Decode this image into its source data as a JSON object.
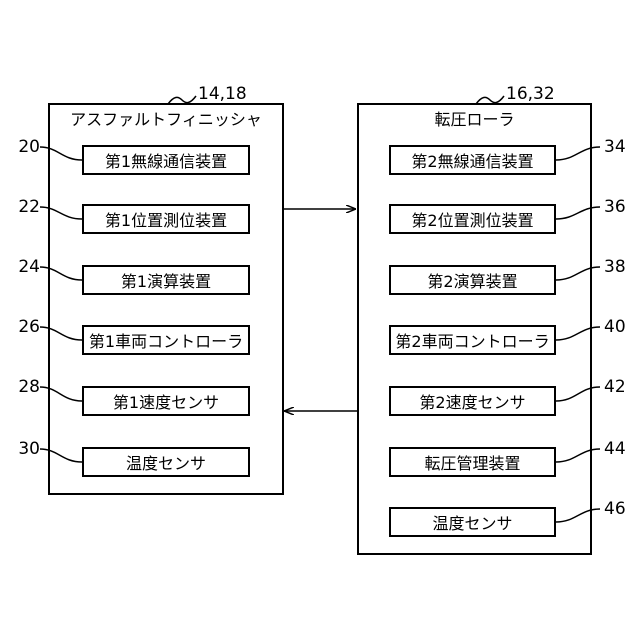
{
  "units": [
    {
      "ref": "14,18",
      "title": "アスファルトフィニッシャ",
      "components": [
        {
          "ref": "20",
          "label": "第1無線通信装置"
        },
        {
          "ref": "22",
          "label": "第1位置測位装置"
        },
        {
          "ref": "24",
          "label": "第1演算装置"
        },
        {
          "ref": "26",
          "label": "第1車両コントローラ"
        },
        {
          "ref": "28",
          "label": "第1速度センサ"
        },
        {
          "ref": "30",
          "label": "温度センサ"
        }
      ]
    },
    {
      "ref": "16,32",
      "title": "転圧ローラ",
      "components": [
        {
          "ref": "34",
          "label": "第2無線通信装置"
        },
        {
          "ref": "36",
          "label": "第2位置測位装置"
        },
        {
          "ref": "38",
          "label": "第2演算装置"
        },
        {
          "ref": "40",
          "label": "第2車両コントローラ"
        },
        {
          "ref": "42",
          "label": "第2速度センサ"
        },
        {
          "ref": "44",
          "label": "転圧管理装置"
        },
        {
          "ref": "46",
          "label": "温度センサ"
        }
      ]
    }
  ],
  "arrows": [
    {
      "from": "アスファルトフィニッシャ",
      "to": "転圧ローラ"
    },
    {
      "from": "転圧ローラ",
      "to": "アスファルトフィニッシャ"
    }
  ]
}
